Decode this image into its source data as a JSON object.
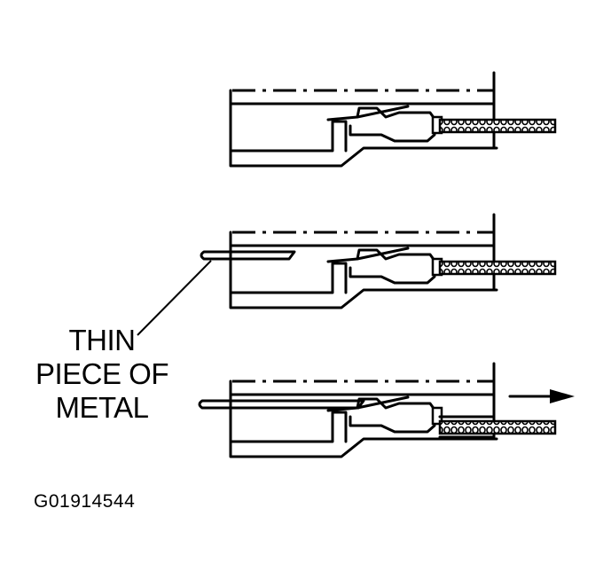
{
  "callout": {
    "line1": "THIN",
    "line2": "PIECE OF",
    "line3": "METAL"
  },
  "figure_id": "G01914544",
  "steps": [
    {
      "name": "connector-initial"
    },
    {
      "name": "connector-metal-inserted"
    },
    {
      "name": "connector-terminal-removed"
    }
  ],
  "colors": {
    "ink": "#000000",
    "paper": "#ffffff"
  }
}
